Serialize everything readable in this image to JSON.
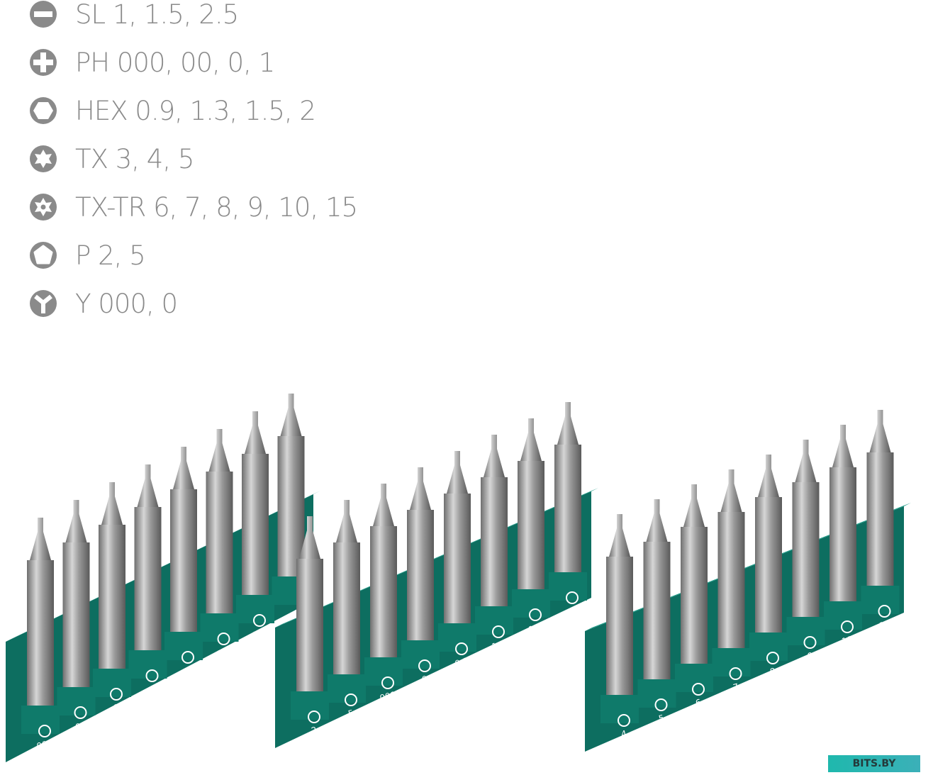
{
  "legend": [
    {
      "icon": "slotted-icon",
      "text": "SL 1, 1.5, 2.5"
    },
    {
      "icon": "phillips-icon",
      "text": "PH 000, 00, 0, 1"
    },
    {
      "icon": "hex-icon",
      "text": "HEX 0.9, 1.3, 1.5, 2"
    },
    {
      "icon": "torx-icon",
      "text": "TX 3, 4, 5"
    },
    {
      "icon": "torx-tamper-icon",
      "text": "TX-TR 6, 7, 8, 9, 10, 15"
    },
    {
      "icon": "pentalobe-icon",
      "text": "P 2, 5"
    },
    {
      "icon": "tri-wing-icon",
      "text": "Y 000, 0"
    }
  ],
  "holders": [
    {
      "slots": [
        {
          "icon": "phillips",
          "label": "000"
        },
        {
          "icon": "phillips",
          "label": "00"
        },
        {
          "icon": "phillips",
          "label": "0"
        },
        {
          "icon": "phillips",
          "label": "1"
        },
        {
          "icon": "slotted",
          "label": "1"
        },
        {
          "icon": "slotted",
          "label": "1.5"
        },
        {
          "icon": "slotted",
          "label": "2.5"
        }
      ]
    },
    {
      "slots": [
        {
          "icon": "pentalobe",
          "label": "2"
        },
        {
          "icon": "pentalobe",
          "label": "5"
        },
        {
          "icon": "tri-wing",
          "label": "000"
        },
        {
          "icon": "tri-wing",
          "label": "0"
        },
        {
          "icon": "hex",
          "label": "0.9"
        },
        {
          "icon": "hex",
          "label": "1.3"
        },
        {
          "icon": "hex",
          "label": "1.5"
        },
        {
          "icon": "hex",
          "label": "2"
        }
      ]
    },
    {
      "slots": [
        {
          "icon": "torx",
          "label": "4"
        },
        {
          "icon": "torx",
          "label": "5"
        },
        {
          "icon": "torx-tamper",
          "label": "6"
        },
        {
          "icon": "torx-tamper",
          "label": "7"
        },
        {
          "icon": "torx-tamper",
          "label": "8"
        },
        {
          "icon": "torx-tamper",
          "label": "9"
        },
        {
          "icon": "torx-tamper",
          "label": "10"
        },
        {
          "icon": "torx-tamper",
          "label": "15"
        }
      ]
    }
  ],
  "colors": {
    "legend_gray": "#8a8a8a",
    "holder_green": "#0f7a6a",
    "bit_steel": "#a9a9a9",
    "watermark_bg": "#1fb8ad"
  },
  "watermark": "BITS.BY"
}
